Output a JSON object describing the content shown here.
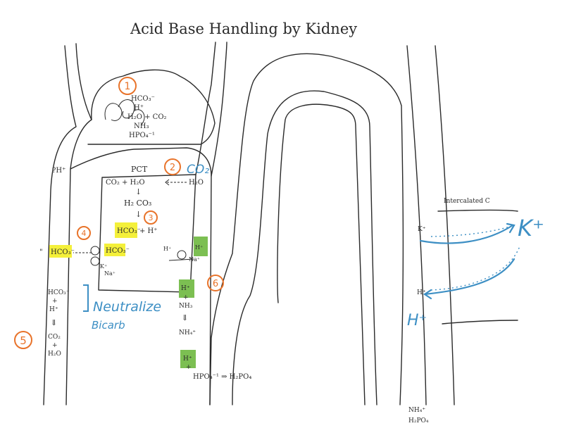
{
  "title": "Acid Base Handling by Kidney",
  "glomerulus": {
    "number": "1",
    "lines": [
      "HCO₃⁻",
      "H⁺",
      "H₂O + CO₂",
      "NH₃",
      "HPO₄⁻¹"
    ]
  },
  "pct": {
    "label": "PCT",
    "number": "2",
    "co2_label": "CO₂",
    "reaction_top_left": "CO₂ + H₂O",
    "reaction_top_right": "H₂O",
    "carbonic_acid": "H₂ CO₃",
    "step3_number": "3",
    "products": "+ H⁺",
    "bicarb_product": "HCO₃⁻",
    "step4_number": "4",
    "bicarb_transport": "HCO₃⁻",
    "k_label": "K⁺",
    "na_label": "Na⁺",
    "h_out": "H⁺",
    "na_in": "Na⁺",
    "h_lumen": "H⁺",
    "step6_number": "6"
  },
  "lumen_left": {
    "bicarb_blood": "HCO₃⁻",
    "h_top": "?H⁺",
    "stack": [
      "HCO₃⁻",
      "+",
      "H⁺",
      "⇓",
      "CO₂",
      "+",
      "H₂O"
    ],
    "step5_number": "5",
    "neutralize_line1": "Neutralize",
    "neutralize_line2": "Bicarb"
  },
  "loop": {
    "h1": "H⁺",
    "plus1": "+",
    "nh3": "NH₃",
    "arrow": "⇓",
    "nh4": "NH₄⁺",
    "h2": "H⁺",
    "plus2": "+",
    "hpo4_reaction": "HPO₄⁻¹ ⇒ H₂PO₄"
  },
  "collecting": {
    "intercalated_label": "Intercalated C",
    "k_small": "K⁺",
    "k_big": "K⁺",
    "h_small": "H⁺",
    "h_big": "H⁺",
    "nh4": "NH₄⁺",
    "h2po4": "H₂PO₄"
  },
  "colors": {
    "orange": "#e8732a",
    "blue": "#3d8fc4",
    "yellow": "#f4f03a",
    "green": "#7cbf52",
    "ink": "#2a2a2a"
  }
}
